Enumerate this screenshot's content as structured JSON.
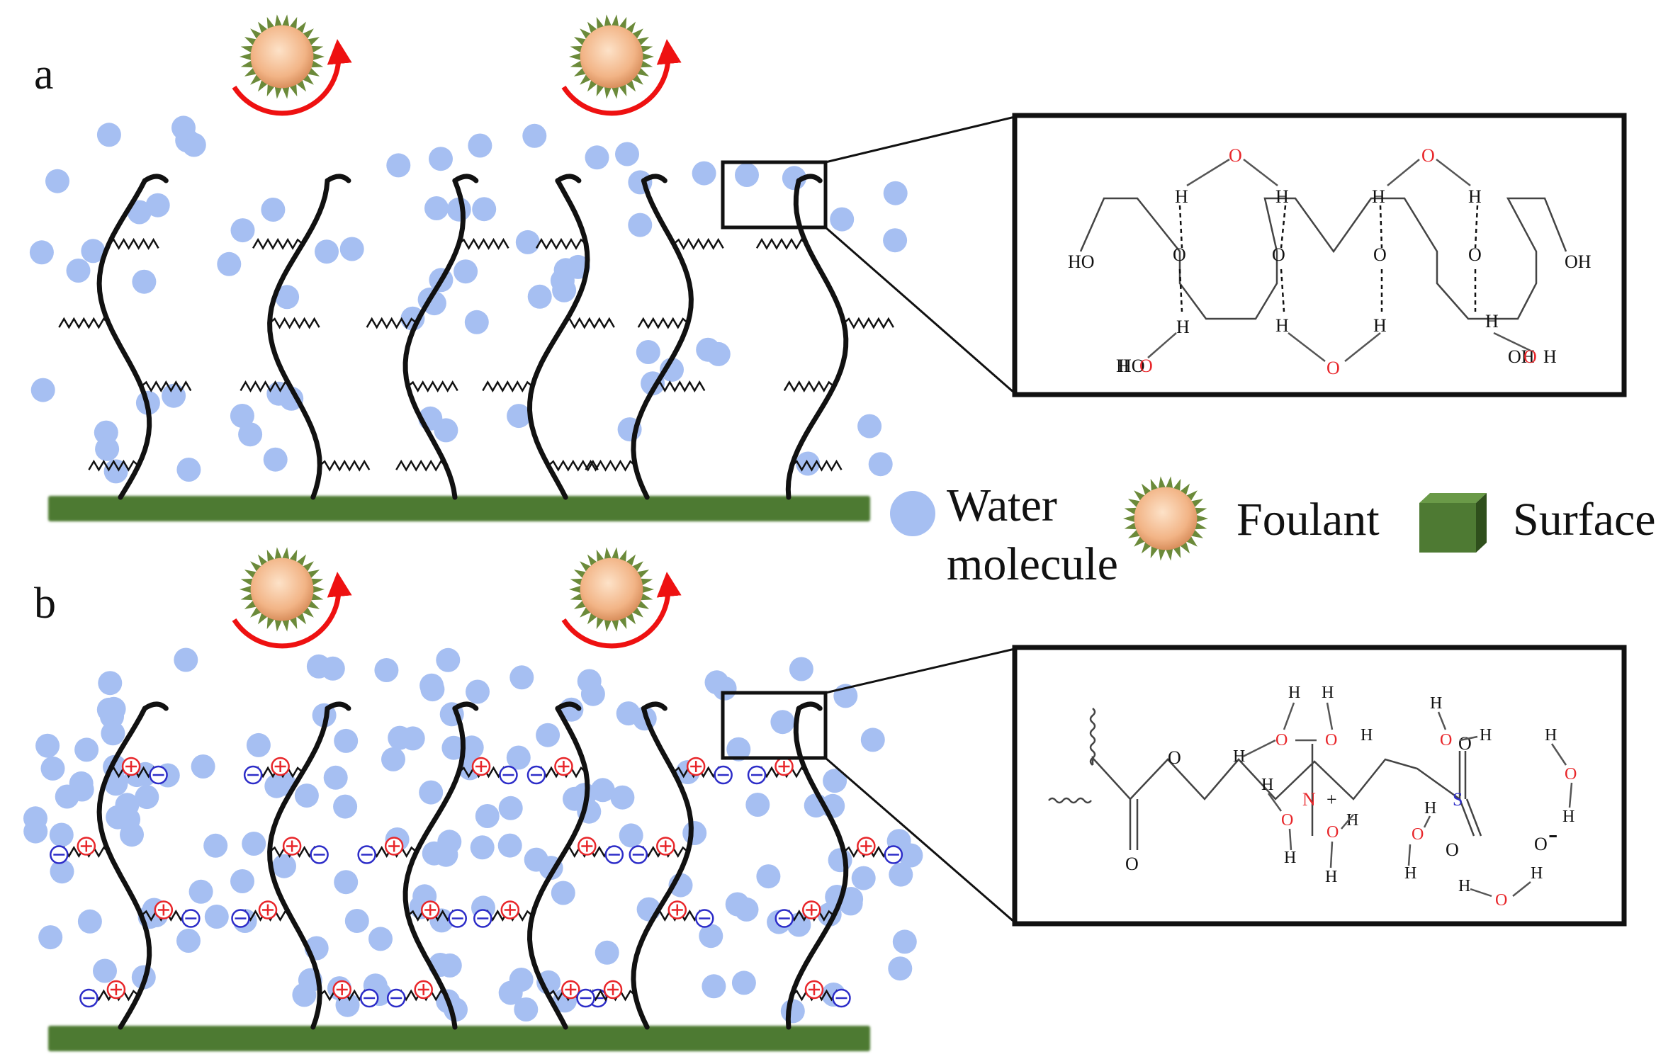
{
  "panels": {
    "a": {
      "label": "a"
    },
    "b": {
      "label": "b"
    }
  },
  "legend": {
    "water": "Water molecule",
    "water_line1": "Water",
    "water_line2": "molecule",
    "foulant": "Foulant",
    "surface": "Surface"
  },
  "inset_a": {
    "atoms": {
      "O": "O",
      "H": "H",
      "HO": "HO",
      "OH": "OH"
    }
  },
  "inset_b": {
    "atoms": {
      "O": "O",
      "H": "H",
      "N": "N",
      "plus": "+",
      "S": "S",
      "minus": "-"
    }
  },
  "colors": {
    "water": "#a6bff2",
    "surface": "#4e7a33",
    "surface_dark": "#375a22",
    "foulant_core": "#f0b58c",
    "foulant_spike": "#6b8a3a",
    "arrow": "#ee1111",
    "cation": "#e8262a",
    "anion": "#2c2cc8",
    "chain": "#111111",
    "oxygen_red": "#e8262a",
    "sulfur_blue": "#2c2cc8"
  }
}
